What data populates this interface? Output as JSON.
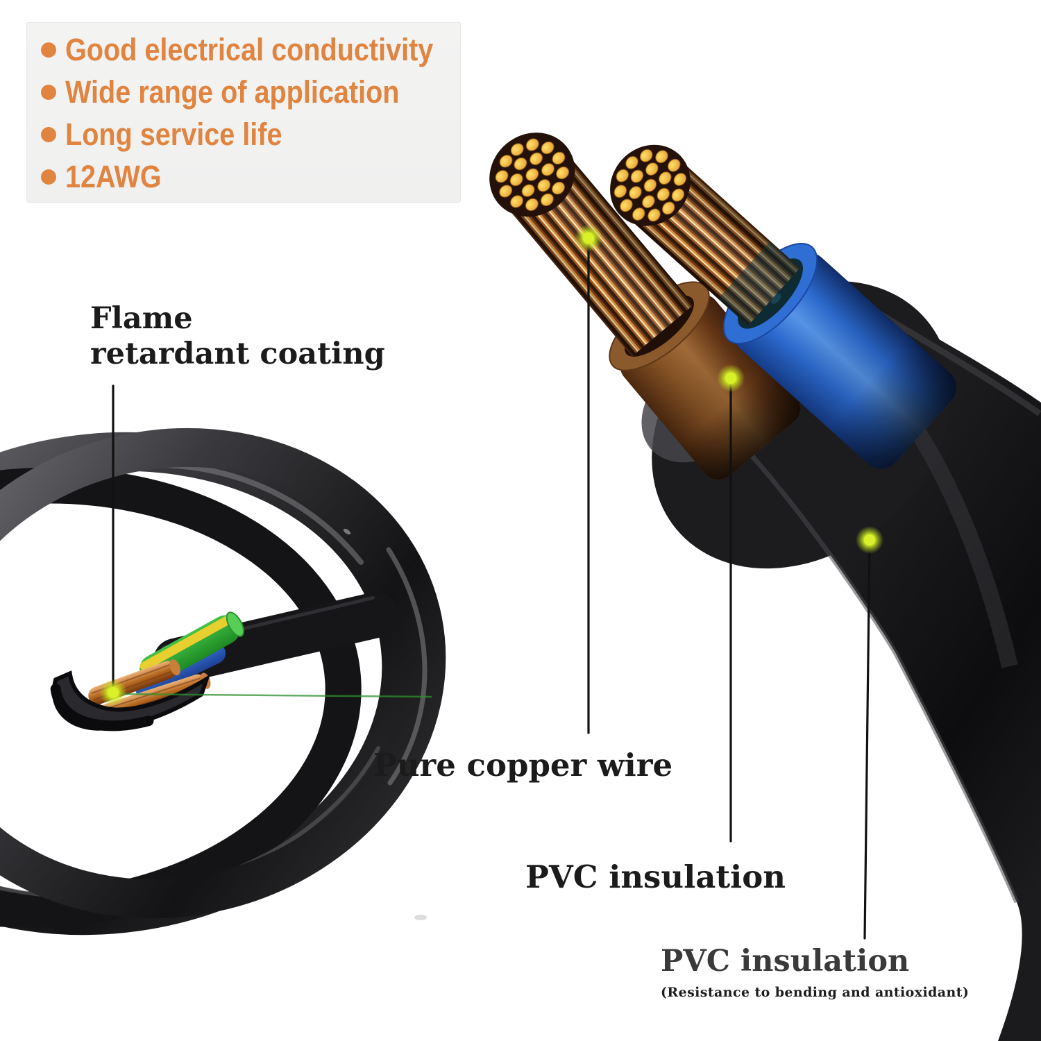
{
  "features": {
    "items": [
      "Good electrical conductivity",
      "Wide range of application",
      "Long service life",
      "12AWG"
    ]
  },
  "callouts": {
    "flame": {
      "line1": "Flame",
      "line2": "retardant coating"
    },
    "copper": {
      "label": "Pure copper wire"
    },
    "pvc_inner": {
      "label": "PVC insulation"
    },
    "pvc_outer": {
      "label": "PVC insulation",
      "note": "(Resistance to bending and antioxidant)"
    }
  },
  "colors": {
    "accent_orange": "#E08440",
    "glow_dot": "#D6EF25",
    "copper": "#C87A33",
    "copper_strand_yellow": "#F2BD3A",
    "insulation_brown": "#8A5526",
    "insulation_blue": "#2E6FD8",
    "earth_green": "#2FAE2F",
    "earth_yellow_stripe": "#E6CF2E",
    "sheath_black": "#1A1A1D",
    "label_black": "#1B1B1B"
  },
  "icons": {
    "bullet": "bullet-icon",
    "glow": "glow-dot-icon"
  }
}
